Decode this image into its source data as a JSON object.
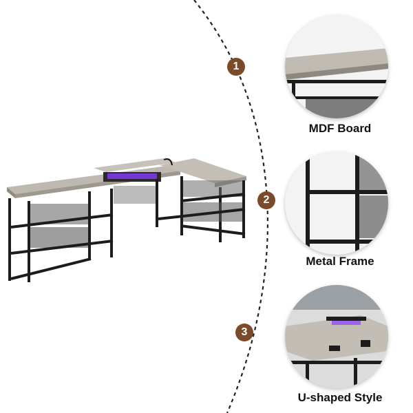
{
  "steps": [
    {
      "number": "1",
      "label": "MDF Board",
      "icon": "mdf-board-closeup"
    },
    {
      "number": "2",
      "label": "Metal Frame",
      "icon": "metal-frame-closeup"
    },
    {
      "number": "3",
      "label": "U-shaped Style",
      "icon": "u-shaped-desk-closeup"
    }
  ],
  "colors": {
    "badge": "#7a4a2a",
    "wood": "#b9b6ae",
    "frame": "#1c1c1c",
    "led": "#8a3cff"
  }
}
